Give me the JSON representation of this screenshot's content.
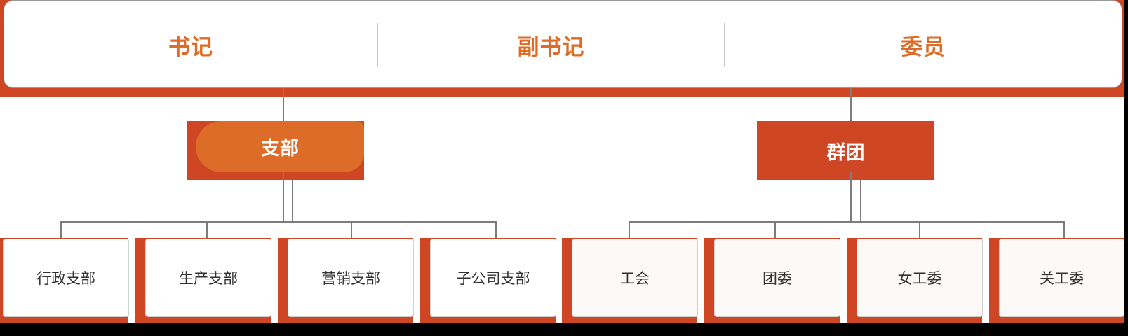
{
  "top": {
    "items": [
      {
        "label": "书记"
      },
      {
        "label": "副书记"
      },
      {
        "label": "委员"
      }
    ]
  },
  "branches": [
    {
      "label": "支部",
      "children": [
        {
          "label": "行政支部"
        },
        {
          "label": "生产支部"
        },
        {
          "label": "营销支部"
        },
        {
          "label": "子公司支部"
        }
      ]
    },
    {
      "label": "群团",
      "children": [
        {
          "label": "工会"
        },
        {
          "label": "团委"
        },
        {
          "label": "女工委"
        },
        {
          "label": "关工委"
        }
      ]
    }
  ],
  "colors": {
    "accent_red": "#cf4624",
    "accent_orange": "#dc6c28",
    "connector": "#7c7c7c",
    "leaf_text": "#333333"
  }
}
